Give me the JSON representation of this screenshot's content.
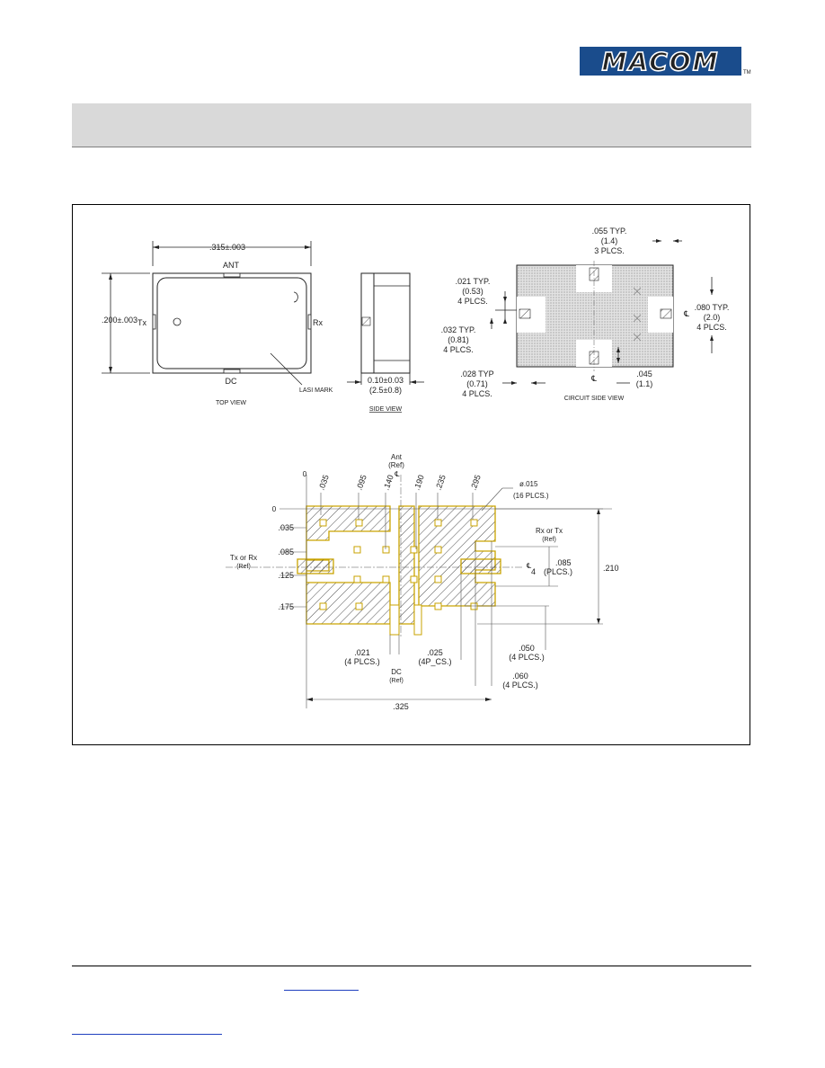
{
  "brand": {
    "logo_text": "MACOM",
    "trademark": "TM",
    "color": "#1a4c8c"
  },
  "header": {
    "band_color": "#d9d9d9"
  },
  "drawing": {
    "top_view": {
      "width_dim": ".315±.003",
      "height_dim": ".200±.003",
      "pin_top": "ANT",
      "pin_left": "Tx",
      "pin_right": "Rx",
      "pin_bottom": "DC",
      "caption": "TOP VIEW",
      "mark_label": "LASI MARK"
    },
    "side_view": {
      "dim_line1": "0.10±0.03",
      "dim_line2": "(2.5±0.8)",
      "caption": "SIDE VIEW"
    },
    "circuit_side_view": {
      "pad_w_line1": ".055 TYP.",
      "pad_w_line2": "(1.4)",
      "pad_w_line3": "3 PLCS.",
      "d021_line1": ".021 TYP.",
      "d021_line2": "(0.53)",
      "d021_line3": "4 PLCS.",
      "d032_line1": ".032 TYP.",
      "d032_line2": "(0.81)",
      "d032_line3": "4 PLCS.",
      "d080_line1": ".080 TYP.",
      "d080_line2": "(2.0)",
      "d080_line3": "4 PLCS.",
      "d028_line1": ".028 TYP",
      "d028_line2": "(0.71)",
      "d028_line3": "4 PLCS.",
      "d045_line1": ".045",
      "d045_line2": "(1.1)",
      "centerline": "℄",
      "caption": "CIRCUIT SIDE VIEW"
    },
    "footprint": {
      "ant_label1": "Ant",
      "ant_label2": "(Ref)",
      "zero_x": "0",
      "zero_y": "0",
      "top_ticks": [
        ".035",
        ".095",
        ".140",
        ".190",
        ".235",
        ".295"
      ],
      "left_ticks": [
        ".035",
        ".085",
        ".125",
        ".175"
      ],
      "hole_line1": "ø.015",
      "hole_line2": "(16 PLCS.)",
      "rxtx_line1": "Rx or Tx",
      "rxtx_line2": "(Ref)",
      "txrx_line1": "Tx or Rx",
      "txrx_line2": "(Ref)",
      "d085_line1": ".085",
      "d085_line2": "(PLCS.)",
      "d085_count": "4",
      "d210": ".210",
      "d050_line1": ".050",
      "d050_line2": "(4 PLCS.)",
      "d060_line1": ".060",
      "d060_line2": "(4 PLCS.)",
      "d021_line1": ".021",
      "d021_line2": "(4 PLCS.)",
      "d025_line1": ".025",
      "d025_line2": "(4P_CS.)",
      "dc_line1": "DC",
      "dc_line2": "(Ref)",
      "d325": ".325",
      "centerline": "℄"
    }
  }
}
